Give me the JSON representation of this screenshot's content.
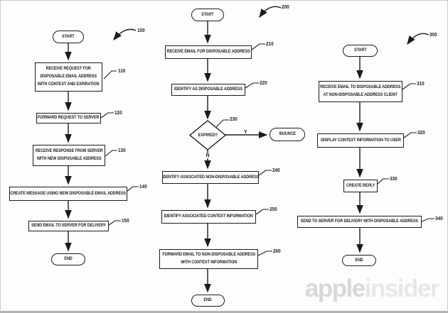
{
  "colors": {
    "ink": "#1b1b1b",
    "background": "#fdfdfd",
    "watermark_apple": "#d8d8d8",
    "watermark_insider": "#e7e7e7"
  },
  "watermark": {
    "part_bold": "apple",
    "part_light": "insider"
  },
  "charts": [
    {
      "ref_label": "100",
      "start_label": "START",
      "end_label": "END",
      "steps": [
        {
          "ref": "110",
          "lines": [
            "RECEIVE REQUEST FOR",
            "DISPOSABLE EMAIL ADDRESS",
            "WITH CONTEXT AND EXPIRATION"
          ]
        },
        {
          "ref": "120",
          "lines": [
            "FORWARD REQUEST TO SERVER"
          ]
        },
        {
          "ref": "130",
          "lines": [
            "RECEIVE RESPONSE FROM SERVER",
            "WITH NEW DISPOSABLE ADDRESS"
          ]
        },
        {
          "ref": "140",
          "lines": [
            "CREATE MESSAGE USING NEW DISPOSABLE EMAIL ADDRESS"
          ]
        },
        {
          "ref": "150",
          "lines": [
            "SEND EMAIL TO SERVER FOR DELIVERY"
          ]
        }
      ]
    },
    {
      "ref_label": "200",
      "start_label": "START",
      "end_label": "END",
      "decision": {
        "ref": "230",
        "text": "EXPIRED?",
        "yes_label": "Y",
        "no_label": "N",
        "bounce_label": "BOUNCE"
      },
      "steps": [
        {
          "ref": "210",
          "lines": [
            "RECEIVE EMAIL FOR DISPOSABLE ADDRESS"
          ]
        },
        {
          "ref": "220",
          "lines": [
            "IDENTIFY AS DISPOSABLE ADDRESS"
          ]
        },
        {
          "ref": "240",
          "lines": [
            "IDENTIFY ASSOCIATED NON-DISPOSABLE ADDRESS"
          ]
        },
        {
          "ref": "250",
          "lines": [
            "IDENTIFY ASSOCIATED CONTEXT INFORMATION"
          ]
        },
        {
          "ref": "260",
          "lines": [
            "FORWARD EMAIL TO NON-DISPOSABLE ADDRESS",
            "WITH CONTEXT INFORMATION"
          ]
        }
      ]
    },
    {
      "ref_label": "300",
      "start_label": "START",
      "end_label": "END",
      "steps": [
        {
          "ref": "310",
          "lines": [
            "RECEIVE EMAIL TO DISPOSABLE ADDRESS",
            "AT NON-DISPOSABLE ADDRESS CLIENT"
          ]
        },
        {
          "ref": "320",
          "lines": [
            "DISPLAY CONTEXT INFORMATION TO USER"
          ]
        },
        {
          "ref": "330",
          "lines": [
            "CREATE REPLY"
          ]
        },
        {
          "ref": "340",
          "lines": [
            "SEND TO SERVER FOR DELIVERY WITH DISPOSABLE ADDRESS"
          ]
        }
      ]
    }
  ]
}
